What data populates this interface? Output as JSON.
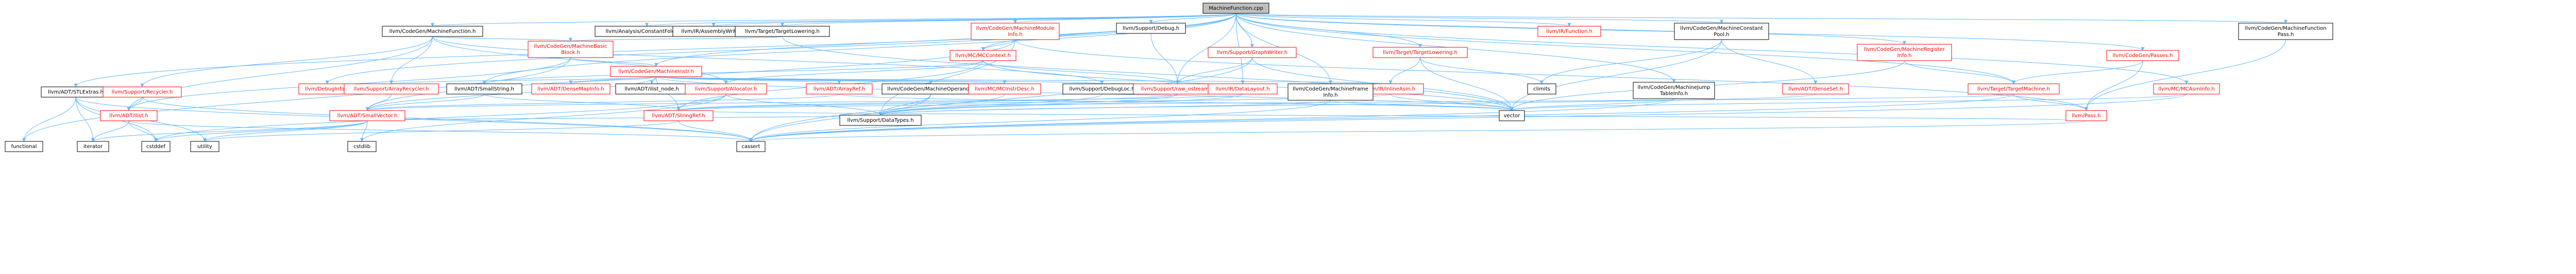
{
  "colors": {
    "edge": "#63b8ff",
    "root_fill": "#bfbfbf",
    "node_fill": "#ffffff",
    "node_border": "#000000",
    "linked_text": "#000000",
    "missing_text": "#ff0000",
    "missing_border": "#ff0000"
  },
  "nodes": [
    {
      "id": "root",
      "lines": [
        "MachineFunction.cpp"
      ],
      "style": "root"
    },
    {
      "id": "mf_h",
      "lines": [
        "llvm/CodeGen/MachineFunction.h"
      ],
      "style": "normal"
    },
    {
      "id": "analysis_cf",
      "lines": [
        "llvm/Analysis/ConstantFolding.h"
      ],
      "style": "normal"
    },
    {
      "id": "asm_writer",
      "lines": [
        "llvm/IR/AssemblyWriter.h"
      ],
      "style": "normal"
    },
    {
      "id": "target_lowering_h",
      "lines": [
        "llvm/Target/TargetLowering.h"
      ],
      "style": "normal"
    },
    {
      "id": "mmi",
      "lines": [
        "llvm/CodeGen/MachineModule",
        "Info.h"
      ],
      "style": "red"
    },
    {
      "id": "support_debug",
      "lines": [
        "llvm/Support/Debug.h"
      ],
      "style": "normal"
    },
    {
      "id": "ir_function",
      "lines": [
        "llvm/IR/Function.h"
      ],
      "style": "red"
    },
    {
      "id": "mcp",
      "lines": [
        "llvm/CodeGen/MachineConstant",
        "Pool.h"
      ],
      "style": "normal"
    },
    {
      "id": "mfpass",
      "lines": [
        "llvm/CodeGen/MachineFunction",
        "Pass.h"
      ],
      "style": "normal"
    },
    {
      "id": "mbb",
      "lines": [
        "llvm/CodeGen/MachineBasic",
        "Block.h"
      ],
      "style": "red"
    },
    {
      "id": "mcctx",
      "lines": [
        "llvm/MC/MCContext.h"
      ],
      "style": "red"
    },
    {
      "id": "graphwriter",
      "lines": [
        "llvm/Support/GraphWriter.h"
      ],
      "style": "red"
    },
    {
      "id": "target_lowering2",
      "lines": [
        "llvm/Target/TargetLowering.h"
      ],
      "style": "red"
    },
    {
      "id": "mri",
      "lines": [
        "llvm/CodeGen/MachineRegister",
        "Info.h"
      ],
      "style": "red"
    },
    {
      "id": "passes",
      "lines": [
        "llvm/CodeGen/Passes.h"
      ],
      "style": "red"
    },
    {
      "id": "mi",
      "lines": [
        "llvm/CodeGen/MachineInstr.h"
      ],
      "style": "red"
    },
    {
      "id": "adt_stlextras",
      "lines": [
        "llvm/ADT/STLExtras.h"
      ],
      "style": "normal"
    },
    {
      "id": "recycler",
      "lines": [
        "llvm/Support/Recycler.h"
      ],
      "style": "red"
    },
    {
      "id": "debuginfo",
      "lines": [
        "llvm/DebugInfo.h"
      ],
      "style": "red"
    },
    {
      "id": "array_recycler",
      "lines": [
        "llvm/Support/ArrayRecycler.h"
      ],
      "style": "red"
    },
    {
      "id": "smallstring",
      "lines": [
        "llvm/ADT/SmallString.h"
      ],
      "style": "normal"
    },
    {
      "id": "densemapinfo",
      "lines": [
        "llvm/ADT/DenseMapInfo.h"
      ],
      "style": "red"
    },
    {
      "id": "ilist_node",
      "lines": [
        "llvm/ADT/ilist_node.h"
      ],
      "style": "normal"
    },
    {
      "id": "allocator",
      "lines": [
        "llvm/Support/Allocator.h"
      ],
      "style": "red"
    },
    {
      "id": "arrayref",
      "lines": [
        "llvm/ADT/ArrayRef.h"
      ],
      "style": "red"
    },
    {
      "id": "mo",
      "lines": [
        "llvm/CodeGen/MachineOperand.h"
      ],
      "style": "normal"
    },
    {
      "id": "mcinstrdesc",
      "lines": [
        "llvm/MC/MCInstrDesc.h"
      ],
      "style": "red"
    },
    {
      "id": "debugloc",
      "lines": [
        "llvm/Support/DebugLoc.h"
      ],
      "style": "normal"
    },
    {
      "id": "raw_ostream",
      "lines": [
        "llvm/Support/raw_ostream.h"
      ],
      "style": "red"
    },
    {
      "id": "inlineasm",
      "lines": [
        "llvm/IR/InlineAsm.h"
      ],
      "style": "red"
    },
    {
      "id": "datalayout",
      "lines": [
        "llvm/IR/DataLayout.h"
      ],
      "style": "red"
    },
    {
      "id": "mfi",
      "lines": [
        "llvm/CodeGen/MachineFrame",
        "Info.h"
      ],
      "style": "normal"
    },
    {
      "id": "mjti",
      "lines": [
        "llvm/CodeGen/MachineJump",
        "TableInfo.h"
      ],
      "style": "normal"
    },
    {
      "id": "climits",
      "lines": [
        "climits"
      ],
      "style": "normal"
    },
    {
      "id": "denseset",
      "lines": [
        "llvm/ADT/DenseSet.h"
      ],
      "style": "red"
    },
    {
      "id": "target_machine",
      "lines": [
        "llvm/Target/TargetMachine.h"
      ],
      "style": "red"
    },
    {
      "id": "mcasminfo",
      "lines": [
        "llvm/MC/MCAsmInfo.h"
      ],
      "style": "red"
    },
    {
      "id": "ilist",
      "lines": [
        "llvm/ADT/ilist.h"
      ],
      "style": "red"
    },
    {
      "id": "smallvector",
      "lines": [
        "llvm/ADT/SmallVector.h"
      ],
      "style": "red"
    },
    {
      "id": "stringref",
      "lines": [
        "llvm/ADT/StringRef.h"
      ],
      "style": "red"
    },
    {
      "id": "datatypes",
      "lines": [
        "llvm/Support/DataTypes.h"
      ],
      "style": "normal"
    },
    {
      "id": "vector",
      "lines": [
        "vector"
      ],
      "style": "normal"
    },
    {
      "id": "pass",
      "lines": [
        "llvm/Pass.h"
      ],
      "style": "red"
    },
    {
      "id": "functional",
      "lines": [
        "functional"
      ],
      "style": "normal"
    },
    {
      "id": "iterator",
      "lines": [
        "iterator"
      ],
      "style": "normal"
    },
    {
      "id": "cstddef",
      "lines": [
        "cstddef"
      ],
      "style": "normal"
    },
    {
      "id": "utility",
      "lines": [
        "utility"
      ],
      "style": "normal"
    },
    {
      "id": "cstdlib",
      "lines": [
        "cstdlib"
      ],
      "style": "normal"
    },
    {
      "id": "cassert",
      "lines": [
        "cassert"
      ],
      "style": "normal"
    }
  ],
  "edges": [
    [
      "root",
      "mf_h"
    ],
    [
      "root",
      "analysis_cf"
    ],
    [
      "root",
      "asm_writer"
    ],
    [
      "root",
      "target_lowering_h"
    ],
    [
      "root",
      "mmi"
    ],
    [
      "root",
      "support_debug"
    ],
    [
      "root",
      "ir_function"
    ],
    [
      "root",
      "mcp"
    ],
    [
      "root",
      "mfpass"
    ],
    [
      "root",
      "mi"
    ],
    [
      "root",
      "adt_stlextras"
    ],
    [
      "root",
      "smallstring"
    ],
    [
      "root",
      "mfi"
    ],
    [
      "root",
      "mjti"
    ],
    [
      "root",
      "mri"
    ],
    [
      "root",
      "passes"
    ],
    [
      "root",
      "graphwriter"
    ],
    [
      "root",
      "target_lowering2"
    ],
    [
      "root",
      "datalayout"
    ],
    [
      "root",
      "target_machine"
    ],
    [
      "root",
      "mcasminfo"
    ],
    [
      "root",
      "raw_ostream"
    ],
    [
      "root",
      "mcctx"
    ],
    [
      "root",
      "debuginfo"
    ],
    [
      "mf_h",
      "mbb"
    ],
    [
      "mf_h",
      "array_recycler"
    ],
    [
      "mf_h",
      "recycler"
    ],
    [
      "mf_h",
      "ilist"
    ],
    [
      "mf_h",
      "debugloc"
    ],
    [
      "mf_h",
      "allocator"
    ],
    [
      "target_lowering_h",
      "mbb"
    ],
    [
      "target_lowering_h",
      "vector"
    ],
    [
      "mmi",
      "mcctx"
    ],
    [
      "mmi",
      "datatypes"
    ],
    [
      "mmi",
      "pass"
    ],
    [
      "mmi",
      "smallvector"
    ],
    [
      "support_debug",
      "raw_ostream"
    ],
    [
      "mcp",
      "climits"
    ],
    [
      "mcp",
      "vector"
    ],
    [
      "mcp",
      "denseset"
    ],
    [
      "mfpass",
      "pass"
    ],
    [
      "mbb",
      "mi"
    ],
    [
      "mbb",
      "functional"
    ],
    [
      "mbb",
      "ilist"
    ],
    [
      "mcctx",
      "smallstring"
    ],
    [
      "mcctx",
      "allocator"
    ],
    [
      "mcctx",
      "raw_ostream"
    ],
    [
      "mcctx",
      "vector"
    ],
    [
      "mcctx",
      "stringref"
    ],
    [
      "graphwriter",
      "raw_ostream"
    ],
    [
      "graphwriter",
      "vector"
    ],
    [
      "graphwriter",
      "cassert"
    ],
    [
      "target_lowering2",
      "inlineasm"
    ],
    [
      "target_lowering2",
      "climits"
    ],
    [
      "target_lowering2",
      "vector"
    ],
    [
      "mri",
      "target_machine"
    ],
    [
      "mri",
      "vector"
    ],
    [
      "passes",
      "target_machine"
    ],
    [
      "passes",
      "pass"
    ],
    [
      "mi",
      "mo"
    ],
    [
      "mi",
      "mcinstrdesc"
    ],
    [
      "mi",
      "arrayref"
    ],
    [
      "mi",
      "densemapinfo"
    ],
    [
      "mi",
      "ilist_node"
    ],
    [
      "mi",
      "debugloc"
    ],
    [
      "mi",
      "inlineasm"
    ],
    [
      "mi",
      "stringref"
    ],
    [
      "mi",
      "vector"
    ],
    [
      "mi",
      "smallvector"
    ],
    [
      "mi",
      "array_recycler"
    ],
    [
      "adt_stlextras",
      "functional"
    ],
    [
      "adt_stlextras",
      "iterator"
    ],
    [
      "adt_stlextras",
      "cstddef"
    ],
    [
      "adt_stlextras",
      "utility"
    ],
    [
      "adt_stlextras",
      "cassert"
    ],
    [
      "recycler",
      "ilist"
    ],
    [
      "recycler",
      "cassert"
    ],
    [
      "array_recycler",
      "smallvector"
    ],
    [
      "smallstring",
      "smallvector"
    ],
    [
      "smallstring",
      "stringref"
    ],
    [
      "allocator",
      "datatypes"
    ],
    [
      "allocator",
      "cstdlib"
    ],
    [
      "allocator",
      "cstddef"
    ],
    [
      "arrayref",
      "smallvector"
    ],
    [
      "arrayref",
      "vector"
    ],
    [
      "mo",
      "datatypes"
    ],
    [
      "mo",
      "cassert"
    ],
    [
      "mcinstrdesc",
      "datatypes"
    ],
    [
      "debugloc",
      "datatypes"
    ],
    [
      "raw_ostream",
      "stringref"
    ],
    [
      "raw_ostream",
      "datatypes"
    ],
    [
      "inlineasm",
      "vector"
    ],
    [
      "inlineasm",
      "stringref"
    ],
    [
      "datalayout",
      "smallvector"
    ],
    [
      "datalayout",
      "datatypes"
    ],
    [
      "mfi",
      "datatypes"
    ],
    [
      "mfi",
      "vector"
    ],
    [
      "mfi",
      "cassert"
    ],
    [
      "mjti",
      "vector"
    ],
    [
      "mjti",
      "cassert"
    ],
    [
      "denseset",
      "datatypes"
    ],
    [
      "target_machine",
      "pass"
    ],
    [
      "target_machine",
      "stringref"
    ],
    [
      "target_machine",
      "cassert"
    ],
    [
      "mcasminfo",
      "vector"
    ],
    [
      "mcasminfo",
      "cassert"
    ],
    [
      "ilist",
      "iterator"
    ],
    [
      "ilist",
      "cstddef"
    ],
    [
      "ilist",
      "cassert"
    ],
    [
      "smallvector",
      "cstddef"
    ],
    [
      "smallvector",
      "iterator"
    ],
    [
      "smallvector",
      "cstdlib"
    ],
    [
      "smallvector",
      "utility"
    ],
    [
      "smallvector",
      "datatypes"
    ],
    [
      "stringref",
      "cassert"
    ],
    [
      "stringref",
      "utility"
    ],
    [
      "pass",
      "cassert"
    ],
    [
      "pass",
      "stringref"
    ]
  ]
}
